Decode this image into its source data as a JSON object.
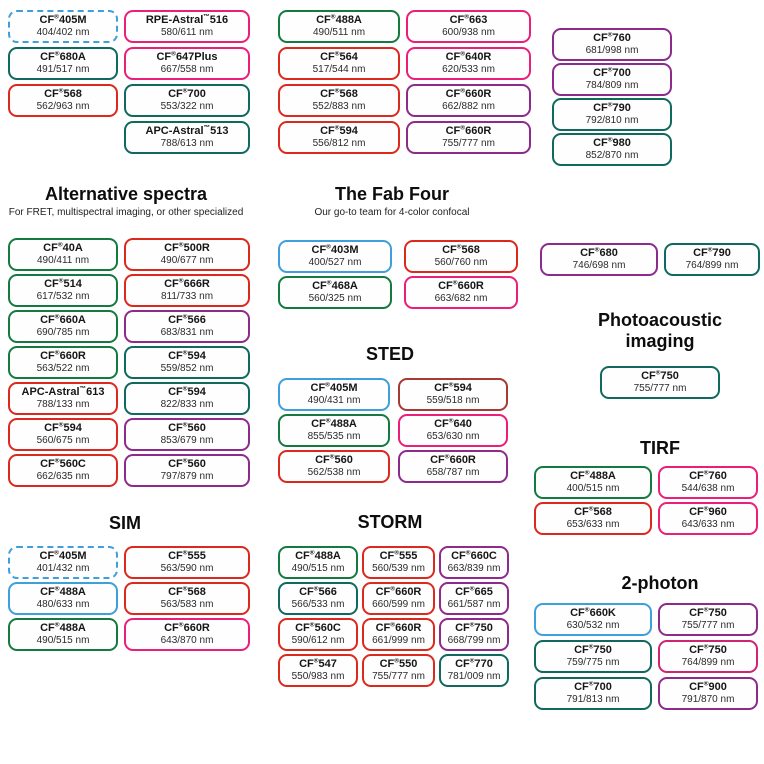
{
  "palette": {
    "blue": "#3f9fdc",
    "green": "#157a40",
    "teal": "#10695e",
    "red": "#dc291d",
    "maroon": "#a63a34",
    "pink": "#eb1e79",
    "purple": "#8d2b8c",
    "crimson": "#ce2472",
    "text": "#1d1d1d",
    "badge_fill": "#fefefe"
  },
  "sections": {
    "top_left": {
      "columns": [
        [
          {
            "name": "CF®405M",
            "value": "404/402 nm",
            "color": "blue",
            "dashed": true
          },
          {
            "name": "CF®680A",
            "value": "491/517 nm",
            "color": "teal"
          },
          {
            "name": "CF®568",
            "value": "562/963 nm",
            "color": "red"
          }
        ],
        [
          {
            "name": "RPE-Astral™516",
            "value": "580/611 nm",
            "color": "pink"
          },
          {
            "name": "CF®647Plus",
            "value": "667/558 nm",
            "color": "pink"
          },
          {
            "name": "CF®700",
            "value": "553/322 nm",
            "color": "teal"
          },
          {
            "name": "APC-Astral™513",
            "value": "788/613 nm",
            "color": "teal"
          }
        ]
      ]
    },
    "top_mid": {
      "columns": [
        [
          {
            "name": "CF®488A",
            "value": "490/511 nm",
            "color": "green"
          },
          {
            "name": "CF®564",
            "value": "517/544 nm",
            "color": "red"
          },
          {
            "name": "CF®568",
            "value": "552/883 nm",
            "color": "red"
          },
          {
            "name": "CF®594",
            "value": "556/812 nm",
            "color": "red"
          }
        ],
        [
          {
            "name": "CF®663",
            "value": "600/938 nm",
            "color": "pink"
          },
          {
            "name": "CF®640R",
            "value": "620/533 nm",
            "color": "pink"
          },
          {
            "name": "CF®660R",
            "value": "662/882 nm",
            "color": "purple"
          },
          {
            "name": "CF®660R",
            "value": "755/777 nm",
            "color": "purple"
          }
        ]
      ]
    },
    "top_right": {
      "columns": [
        [
          {
            "name": "CF®760",
            "value": "681/998 nm",
            "color": "purple"
          },
          {
            "name": "CF®700",
            "value": "784/809 nm",
            "color": "purple"
          },
          {
            "name": "CF®790",
            "value": "792/810 nm",
            "color": "teal"
          },
          {
            "name": "CF®980",
            "value": "852/870 nm",
            "color": "teal"
          }
        ]
      ]
    },
    "alt": {
      "title": "Alternative spectra",
      "subtitle": "For FRET, multispectral imaging, or other specialized",
      "columns": [
        [
          {
            "name": "CF®40A",
            "value": "490/411 nm",
            "color": "green"
          },
          {
            "name": "CF®514",
            "value": "617/532 nm",
            "color": "green"
          },
          {
            "name": "CF®660A",
            "value": "690/785 nm",
            "color": "green"
          },
          {
            "name": "CF®660R",
            "value": "563/522 nm",
            "color": "green"
          },
          {
            "name": "APC-Astral™613",
            "value": "788/133 nm",
            "color": "red"
          },
          {
            "name": "CF®594",
            "value": "560/675 nm",
            "color": "red"
          },
          {
            "name": "CF®560C",
            "value": "662/635 nm",
            "color": "red"
          }
        ],
        [
          {
            "name": "CF®500R",
            "value": "490/677 nm",
            "color": "red"
          },
          {
            "name": "CF®666R",
            "value": "811/733 nm",
            "color": "red"
          },
          {
            "name": "CF®566",
            "value": "683/831 nm",
            "color": "purple"
          },
          {
            "name": "CF®594",
            "value": "559/852 nm",
            "color": "teal"
          },
          {
            "name": "CF®594",
            "value": "822/833 nm",
            "color": "teal"
          },
          {
            "name": "CF®560",
            "value": "853/679 nm",
            "color": "purple"
          },
          {
            "name": "CF®560",
            "value": "797/879 nm",
            "color": "purple"
          }
        ]
      ]
    },
    "fab": {
      "title": "The Fab Four",
      "subtitle": "Our go-to team for 4-color confocal",
      "columns": [
        [
          {
            "name": "CF®403M",
            "value": "400/527 nm",
            "color": "blue"
          },
          {
            "name": "CF®468A",
            "value": "560/325 nm",
            "color": "green"
          }
        ],
        [
          {
            "name": "CF®568",
            "value": "560/760 nm",
            "color": "red"
          },
          {
            "name": "CF®660R",
            "value": "663/682 nm",
            "color": "pink"
          }
        ]
      ]
    },
    "pair": {
      "columns": [
        [
          {
            "name": "CF®680",
            "value": "746/698 nm",
            "color": "purple"
          }
        ],
        [
          {
            "name": "CF®790",
            "value": "764/899 nm",
            "color": "teal"
          }
        ]
      ]
    },
    "sted": {
      "title": "STED",
      "columns": [
        [
          {
            "name": "CF®405M",
            "value": "490/431 nm",
            "color": "blue"
          },
          {
            "name": "CF®488A",
            "value": "855/535 nm",
            "color": "green"
          },
          {
            "name": "CF®560",
            "value": "562/538 nm",
            "color": "red"
          }
        ],
        [
          {
            "name": "CF®594",
            "value": "559/518 nm",
            "color": "maroon"
          },
          {
            "name": "CF®640",
            "value": "653/630 nm",
            "color": "pink"
          },
          {
            "name": "CF®660R",
            "value": "658/787 nm",
            "color": "purple"
          }
        ]
      ]
    },
    "pa": {
      "title": "Photoacoustic imaging",
      "columns": [
        [
          {
            "name": "CF®750",
            "value": "755/777 nm",
            "color": "teal"
          }
        ]
      ]
    },
    "sim": {
      "title": "SIM",
      "columns": [
        [
          {
            "name": "CF®405M",
            "value": "401/432 nm",
            "color": "blue",
            "dashed": true
          },
          {
            "name": "CF®488A",
            "value": "480/633 nm",
            "color": "blue"
          },
          {
            "name": "CF®488A",
            "value": "490/515 nm",
            "color": "green"
          }
        ],
        [
          {
            "name": "CF®555",
            "value": "563/590 nm",
            "color": "red"
          },
          {
            "name": "CF®568",
            "value": "563/583 nm",
            "color": "red"
          },
          {
            "name": "CF®660R",
            "value": "643/870 nm",
            "color": "pink"
          }
        ]
      ]
    },
    "storm": {
      "title": "STORM",
      "columns": [
        [
          {
            "name": "CF®488A",
            "value": "490/515 nm",
            "color": "green"
          },
          {
            "name": "CF®566",
            "value": "566/533 nm",
            "color": "teal"
          },
          {
            "name": "CF®560C",
            "value": "590/612 nm",
            "color": "red"
          },
          {
            "name": "CF®547",
            "value": "550/983 nm",
            "color": "red"
          }
        ],
        [
          {
            "name": "CF®555",
            "value": "560/539 nm",
            "color": "red"
          },
          {
            "name": "CF®660R",
            "value": "660/599 nm",
            "color": "red"
          },
          {
            "name": "CF®660R",
            "value": "661/999 nm",
            "color": "red"
          },
          {
            "name": "CF®550",
            "value": "755/777 nm",
            "color": "red"
          }
        ],
        [
          {
            "name": "CF®660C",
            "value": "663/839 nm",
            "color": "purple"
          },
          {
            "name": "CF®665",
            "value": "661/587 nm",
            "color": "purple"
          },
          {
            "name": "CF®750",
            "value": "668/799 nm",
            "color": "purple"
          },
          {
            "name": "CF®770",
            "value": "781/009 nm",
            "color": "teal"
          }
        ]
      ]
    },
    "tirf": {
      "title": "TIRF",
      "columns": [
        [
          {
            "name": "CF®488A",
            "value": "400/515 nm",
            "color": "green"
          },
          {
            "name": "CF®568",
            "value": "653/633 nm",
            "color": "red"
          }
        ],
        [
          {
            "name": "CF®760",
            "value": "544/638 nm",
            "color": "pink"
          },
          {
            "name": "CF®960",
            "value": "643/633 nm",
            "color": "pink"
          }
        ]
      ]
    },
    "tp": {
      "title": "2-photon",
      "columns": [
        [
          {
            "name": "CF®660K",
            "value": "630/532 nm",
            "color": "blue"
          },
          {
            "name": "CF®750",
            "value": "759/775 nm",
            "color": "teal"
          },
          {
            "name": "CF®700",
            "value": "791/813 nm",
            "color": "teal"
          }
        ],
        [
          {
            "name": "CF®750",
            "value": "755/777 nm",
            "color": "purple"
          },
          {
            "name": "CF®750",
            "value": "764/899 nm",
            "color": "crimson"
          },
          {
            "name": "CF®900",
            "value": "791/870 nm",
            "color": "purple"
          }
        ]
      ]
    }
  }
}
